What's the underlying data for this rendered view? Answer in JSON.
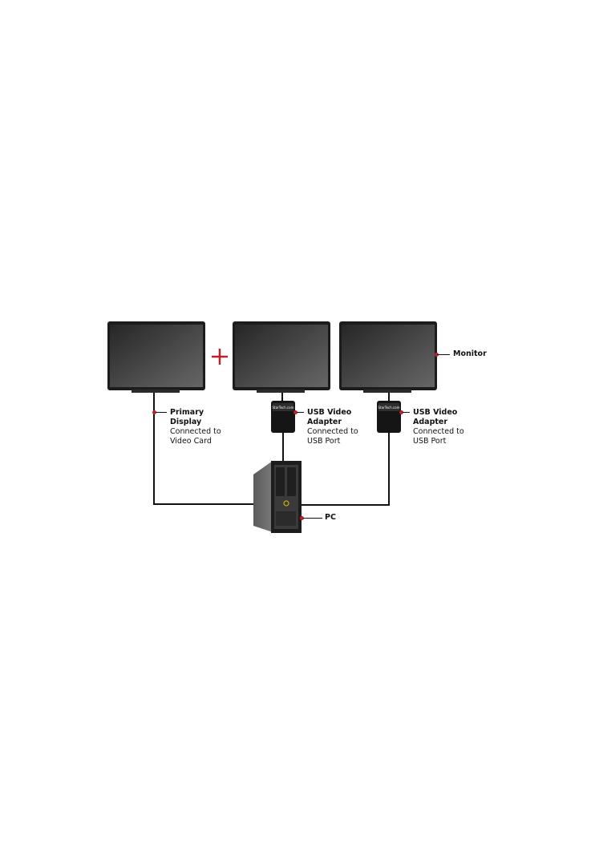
{
  "diagram": {
    "monitors": [
      {
        "id": "monitor-primary"
      },
      {
        "id": "monitor-second"
      },
      {
        "id": "monitor-third"
      }
    ],
    "adapters": [
      {
        "id": "adapter-1",
        "logo_text": "StarTech.com"
      },
      {
        "id": "adapter-2",
        "logo_text": "StarTech.com"
      }
    ],
    "labels": {
      "monitor": {
        "bold": "Monitor"
      },
      "primary": {
        "bold_1": "Primary",
        "bold_2": "Display",
        "line_1": "Connected to",
        "line_2": "Video Card"
      },
      "adapter_1": {
        "bold_1": "USB Video",
        "bold_2": "Adapter",
        "line_1": "Connected to",
        "line_2": "USB Port"
      },
      "adapter_2": {
        "bold_1": "USB Video",
        "bold_2": "Adapter",
        "line_1": "Connected to",
        "line_2": "USB Port"
      },
      "pc": {
        "bold": "PC"
      }
    },
    "colors": {
      "accent_red": "#c0202a",
      "frame": "#222222",
      "screen_dark": "#2a2a2a",
      "screen_light": "#5a5a5a",
      "cable": "#111111",
      "case_side": "#6b6b6b",
      "case_front": "#3a3a3a"
    }
  }
}
